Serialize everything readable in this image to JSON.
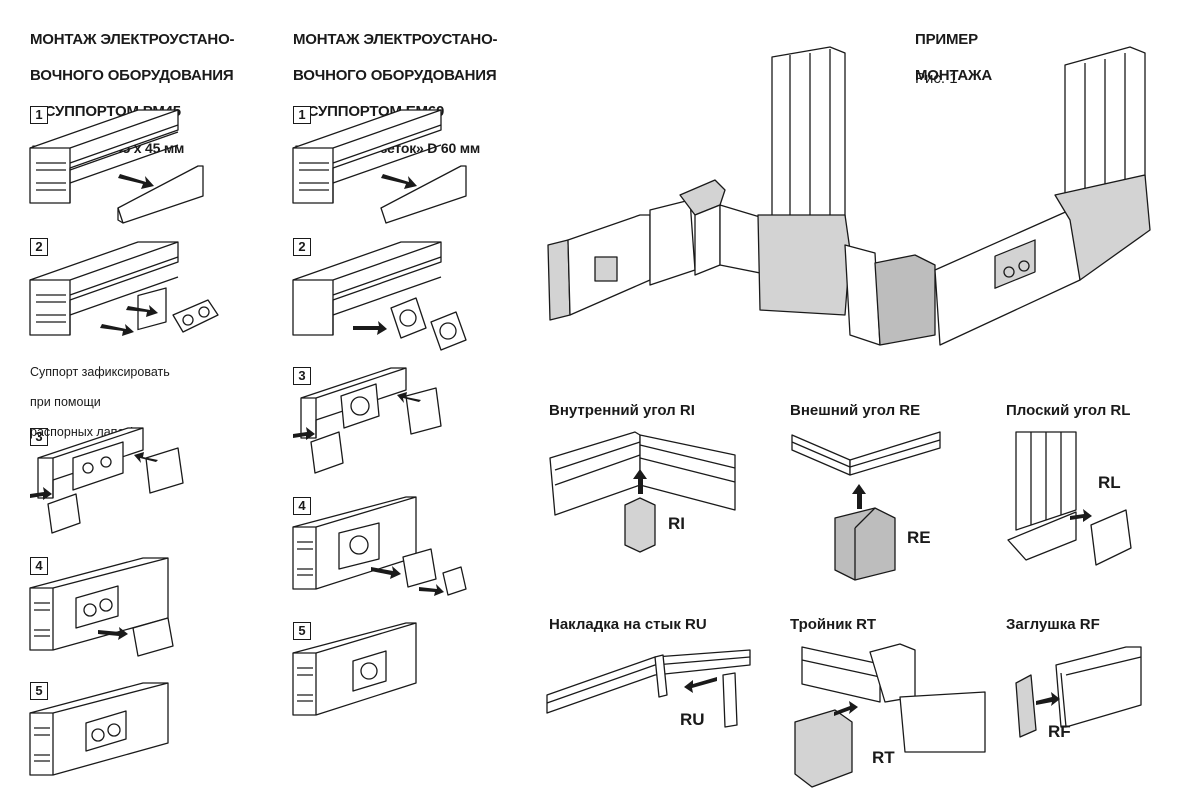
{
  "col1": {
    "heading_line1": "МОНТАЖ ЭЛЕКТРОУСТАНО-",
    "heading_line2": "ВОЧНОГО ОБОРУДОВАНИЯ",
    "heading_line3": "С СУППОРТОМ РМ45",
    "heading_line4": "для розеток 45 х 45 мм",
    "steps": [
      "1",
      "2",
      "3",
      "4",
      "5"
    ],
    "note_line1": "Суппорт зафиксировать",
    "note_line2": "при помощи",
    "note_line3": "распорных лапок!"
  },
  "col2": {
    "heading_line1": "МОНТАЖ ЭЛЕКТРОУСТАНО-",
    "heading_line2": "ВОЧНОГО ОБОРУДОВАНИЯ",
    "heading_line3": "С СУППОРТОМ ЕМ60",
    "heading_line4": "для «Евророзеток» D 60 мм",
    "steps": [
      "1",
      "2",
      "3",
      "4",
      "5"
    ]
  },
  "example": {
    "title_line1": "ПРИМЕР",
    "title_line2": "МОНТАЖА",
    "figure": "Рис. 1"
  },
  "accessories": {
    "ri": {
      "caption": "Внутренний угол RI",
      "label": "RI"
    },
    "re": {
      "caption": "Внешний угол RE",
      "label": "RE"
    },
    "rl": {
      "caption": "Плоский угол RL",
      "label": "RL"
    },
    "ru": {
      "caption": "Накладка на стык RU",
      "label": "RU"
    },
    "rt": {
      "caption": "Тройник RT",
      "label": "RT"
    },
    "rf": {
      "caption": "Заглушка RF",
      "label": "RF"
    }
  },
  "colors": {
    "ink": "#1a1a1a",
    "grey_part": "#d3d3d3",
    "background": "#ffffff"
  }
}
